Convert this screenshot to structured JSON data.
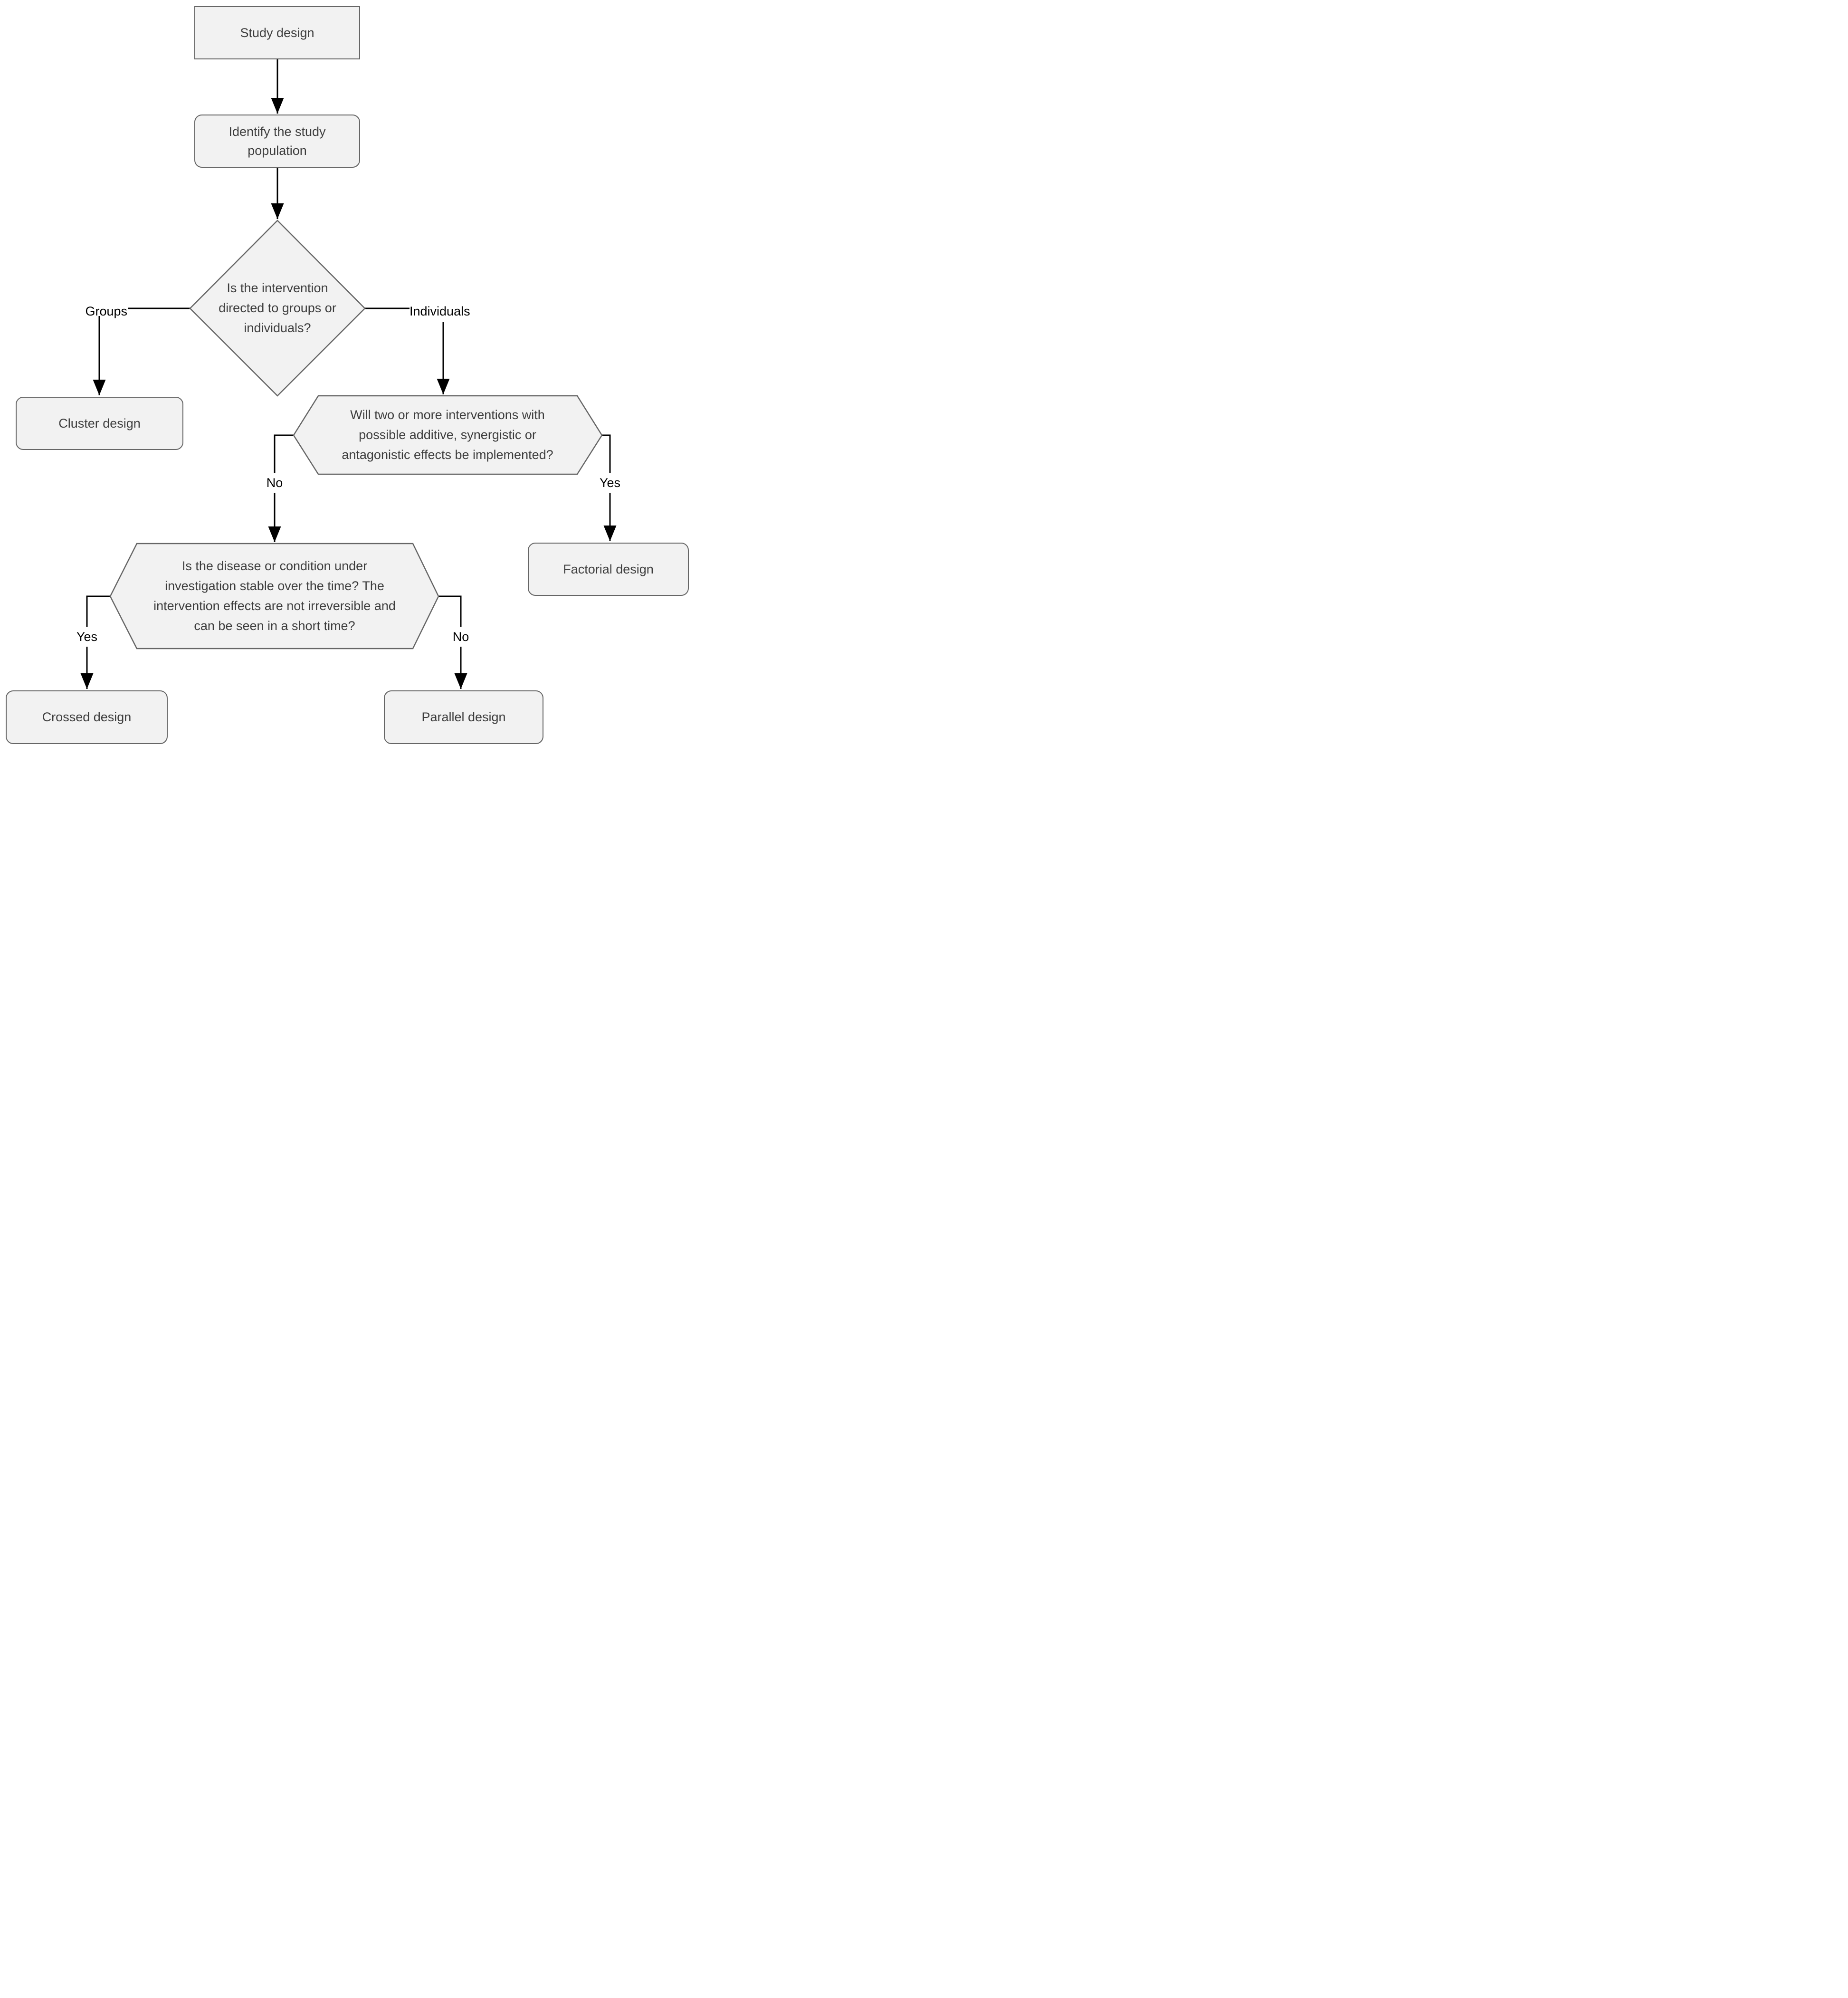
{
  "flowchart": {
    "nodes": {
      "study_design": {
        "label": "Study design"
      },
      "identify_population": {
        "label": "Identify the study\npopulation"
      },
      "intervention_target_decision": {
        "label": "Is the intervention\ndirected to groups or\nindividuals?"
      },
      "cluster_design": {
        "label": "Cluster design"
      },
      "interventions_decision": {
        "label": "Will two or more interventions with\npossible additive, synergistic or\nantagonistic effects be implemented?"
      },
      "factorial_design": {
        "label": "Factorial design"
      },
      "stability_decision": {
        "label": "Is the disease or condition under\ninvestigation stable over the time? The\nintervention effects are not irreversible and\ncan be seen in a short time?"
      },
      "crossed_design": {
        "label": "Crossed design"
      },
      "parallel_design": {
        "label": "Parallel design"
      }
    },
    "edge_labels": {
      "groups": "Groups",
      "individuals": "Individuals",
      "no_interventions": "No",
      "yes_interventions": "Yes",
      "yes_stable": "Yes",
      "no_stable": "No"
    },
    "colors": {
      "node_fill": "#f2f2f2",
      "node_border": "#666666",
      "node_text": "#3d3d3d",
      "edge": "#000000"
    }
  }
}
